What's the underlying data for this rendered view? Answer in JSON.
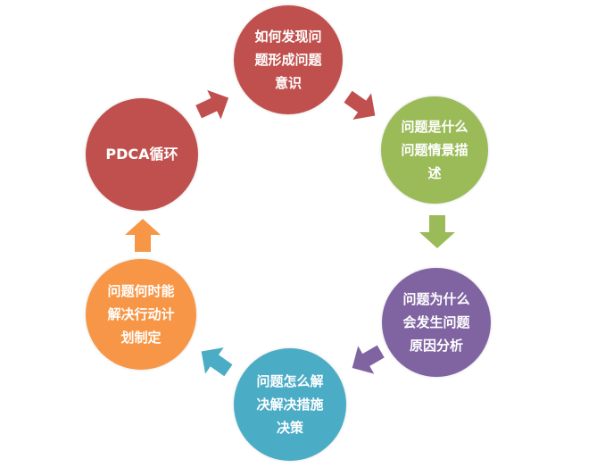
{
  "cycle": {
    "nodes": [
      {
        "id": "pdca",
        "label": "PDCA循环",
        "color": "#c0504d"
      },
      {
        "id": "discover",
        "label": "如何发现问\n题形成问题\n意识",
        "color": "#c0504d"
      },
      {
        "id": "describe",
        "label": "问题是什么\n问题情景描\n述",
        "color": "#9bbb59"
      },
      {
        "id": "cause",
        "label": "问题为什么\n会发生问题\n原因分析",
        "color": "#8064a2"
      },
      {
        "id": "solve",
        "label": "问题怎么解\n决解决措施\n决策",
        "color": "#4bacc6"
      },
      {
        "id": "plan",
        "label": "问题何时能\n解决行动计\n划制定",
        "color": "#f79646"
      }
    ],
    "arrows": [
      {
        "id": "pdca-to-discover",
        "color": "#c0504d"
      },
      {
        "id": "discover-to-describe",
        "color": "#c0504d"
      },
      {
        "id": "describe-to-cause",
        "color": "#9bbb59"
      },
      {
        "id": "cause-to-solve",
        "color": "#8064a2"
      },
      {
        "id": "solve-to-plan",
        "color": "#4bacc6"
      },
      {
        "id": "plan-to-pdca",
        "color": "#f79646"
      }
    ]
  }
}
